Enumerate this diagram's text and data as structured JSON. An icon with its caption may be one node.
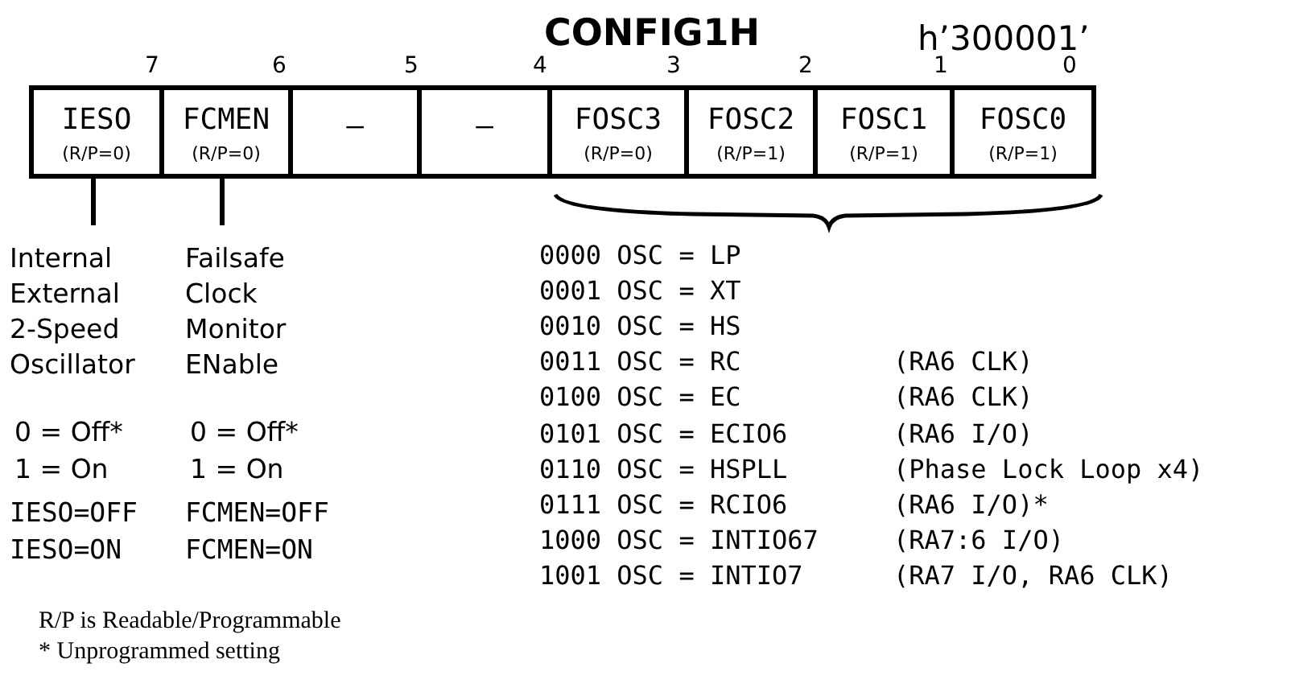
{
  "diagram": {
    "title": "CONFIG1H",
    "nodes": [
      {
        "text": [
          "IESO",
          "(R/P=0)"
        ]
      },
      {
        "text": [
          "FCMEN",
          "(R/P=0)"
        ]
      },
      {
        "text": [
          "—"
        ]
      },
      {
        "text": [
          "—"
        ]
      },
      {
        "text": [
          "FOSC3",
          "(R/P=0)"
        ]
      },
      {
        "text": [
          "FOSC2",
          "(R/P=1)"
        ]
      },
      {
        "text": [
          "FOSC1",
          "(R/P=1)"
        ]
      },
      {
        "text": [
          "FOSC0",
          "(R/P=1)"
        ]
      },
      {
        "text": [
          "Internal External 2-Speed Oscillator",
          "0 = Off*",
          "1 = On",
          "IESO=OFF",
          "IESO=ON"
        ]
      },
      {
        "text": [
          "Failsafe Clock Monitor ENable",
          "0 = Off*",
          "1 = On",
          "FCMEN=OFF",
          "FCMEN=ON"
        ]
      }
    ],
    "edges": [
      {
        "from": 0,
        "to": 8,
        "arrow": "none"
      },
      {
        "from": 1,
        "to": 9,
        "arrow": "none"
      }
    ],
    "labels": [
      "h’300001’",
      "7",
      "6",
      "5",
      "4",
      "3",
      "2",
      "1",
      "0",
      "0000 OSC = LP",
      "0001 OSC = XT",
      "0010 OSC = HS",
      "0011 OSC = RC",
      "(RA6 CLK)",
      "0100 OSC = EC",
      "(RA6 CLK)",
      "0101 OSC = ECIO6",
      "(RA6 I/O)",
      "0110 OSC = HSPLL",
      "(Phase Lock Loop x4)",
      "0111 OSC = RCIO6",
      "(RA6 I/O)*",
      "1000 OSC = INTIO67",
      "(RA7:6 I/O)",
      "1001 OSC = INTIO7",
      "(RA7 I/O, RA6 CLK)",
      "R/P is Readable/Programmable",
      "* Unprogrammed setting"
    ]
  }
}
